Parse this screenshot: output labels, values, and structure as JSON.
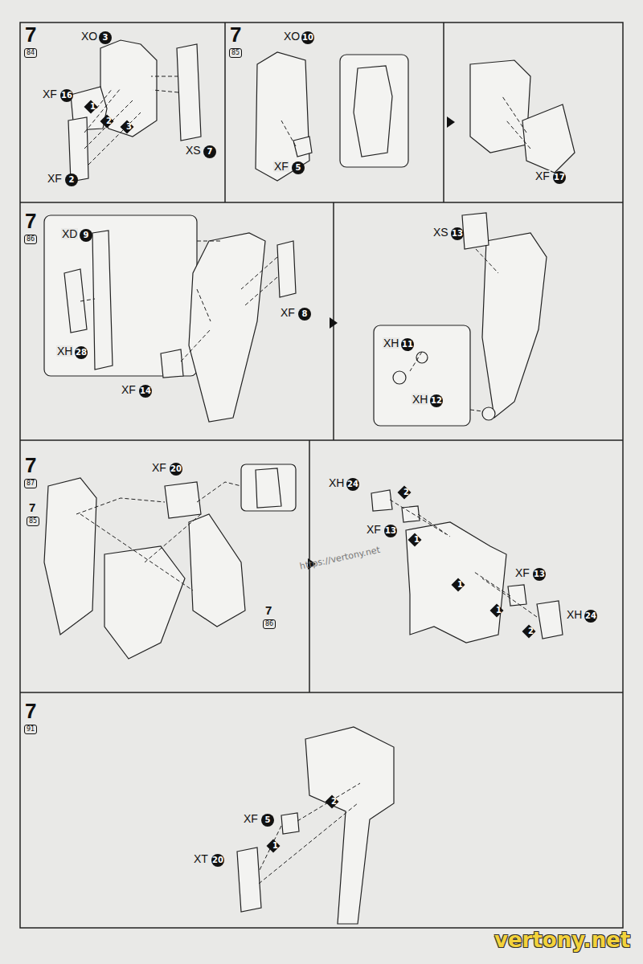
{
  "diagram": {
    "labels": [
      "7",
      "84",
      "XO",
      "3",
      "XF",
      "16",
      "1",
      "2",
      "3",
      "XS",
      "7",
      "XF",
      "2",
      "7",
      "85",
      "XO",
      "10",
      "XF",
      "5",
      "XF",
      "17",
      "7",
      "86",
      "XD",
      "9",
      "XH",
      "28",
      "XF",
      "8",
      "XF",
      "14",
      "XS",
      "13",
      "XH",
      "11",
      "XH",
      "12",
      "7",
      "87",
      "XF",
      "20",
      "7",
      "85",
      "7",
      "86",
      "XH",
      "24",
      "2",
      "XF",
      "13",
      "1",
      "1",
      "XF",
      "13",
      "1",
      "2",
      "XH",
      "24",
      "https://vertony.net",
      "7",
      "91",
      "XF",
      "5",
      "2",
      "1",
      "XT",
      "20",
      "vertony.net"
    ]
  }
}
